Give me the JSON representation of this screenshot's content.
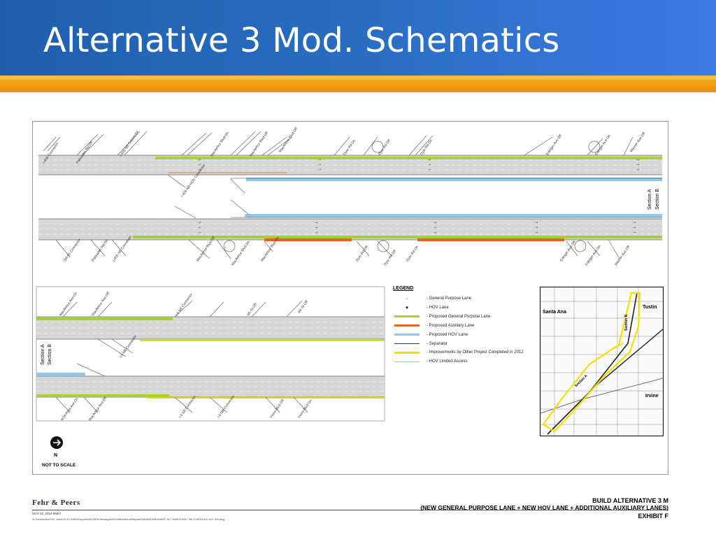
{
  "slide": {
    "title": "Alternative 3 Mod. Schematics"
  },
  "colors": {
    "title_bar": "#2a6fc4",
    "band": "#f0a019",
    "general_purpose": "#dfe6b8",
    "proposed_gp": "#a8cf35",
    "proposed_aux": "#e8641e",
    "proposed_hov": "#8ec8ea",
    "separator": "#333333",
    "improvements": "#f2e200",
    "hov_limited": "#f2a27a"
  },
  "schematic": {
    "section_a": "Section A",
    "section_b": "Section B",
    "top_ramps": [
      "I-405 Connector",
      "Palisades Rd Off",
      "I-405 NB Connector",
      "I-405 NB HOV Connector",
      "MacArthur Blvd On",
      "MacArthur Blvd Off",
      "MacArthur Blvd Off",
      "Dyer Rd On",
      "Dyer Rd Off",
      "Dyer Rd On",
      "Edinger Ave Off",
      "Edinger Ave On",
      "Warner Ave Off"
    ],
    "bottom_ramps": [
      "SR-55 Connector",
      "Palisades Rd On",
      "I-405 SB Connector",
      "MacArthur Blvd Off",
      "MacArthur Blvd On",
      "MacArthur Blvd On",
      "Dyer Rd Off",
      "Dyer Rd Off",
      "Dyer Rd On",
      "Edinger Ave Off",
      "Edinger Ave On",
      "Warner Ave Off"
    ],
    "lower_ramps_top": [
      "MacArthur Ave On",
      "MacArthur Ave Off",
      "I-5 SB Connector",
      "I-5 NB Connector",
      "4th St Off",
      "4th St Off"
    ],
    "lower_ramps_bottom": [
      "ADA Reid Ave On",
      "MacArthur Ave Off",
      "I-5 SB Connector",
      "I-5 NB Connector",
      "Irvine Blvd Off",
      "Irvine Blvd On"
    ]
  },
  "legend": {
    "title": "LEGEND",
    "items": [
      {
        "label": "- General Purpose Lane",
        "kind": "arrow"
      },
      {
        "label": "- HOV Lane",
        "kind": "diamond"
      },
      {
        "label": "- Proposed General Purpose Lane",
        "kind": "gp"
      },
      {
        "label": "- Proposed Auxiliary Lane",
        "kind": "aux"
      },
      {
        "label": "- Proposed HOV Lane",
        "kind": "hov"
      },
      {
        "label": "- Separator",
        "kind": "sep"
      },
      {
        "label": "- Improvements by Other Project Completed in 2012",
        "kind": "imp"
      },
      {
        "label": "- HOV Limited Access",
        "kind": "hla"
      }
    ]
  },
  "map": {
    "city_1": "Santa Ana",
    "city_2": "Tustin",
    "city_3": "Irvine",
    "section_a": "Section A",
    "section_b": "Section B"
  },
  "north": {
    "label": "N",
    "scale_note": "NOT TO SCALE"
  },
  "footer": {
    "logo": "Fehr & Peers",
    "date": "NOV 22, 2016  MMO",
    "path": "N:\\Jobs\\Active\\OC Jobs\\OC11-0189\\Graphics\\ACAD\\FreewayAdd\\TrafficVolumeReport\\Oct052016\\Exhibit F ALT 3M\\EXHIBIT 3M 2240 BUILD ALT 3M.dwg",
    "exhibit_name": "BUILD ALTERNATIVE 3 M",
    "exhibit_sub": "(NEW GENERAL PURPOSE LANE + NEW HOV LANE + ADDITIONAL AUXILIARY LANES)",
    "exhibit_num": "EXHIBIT F"
  }
}
